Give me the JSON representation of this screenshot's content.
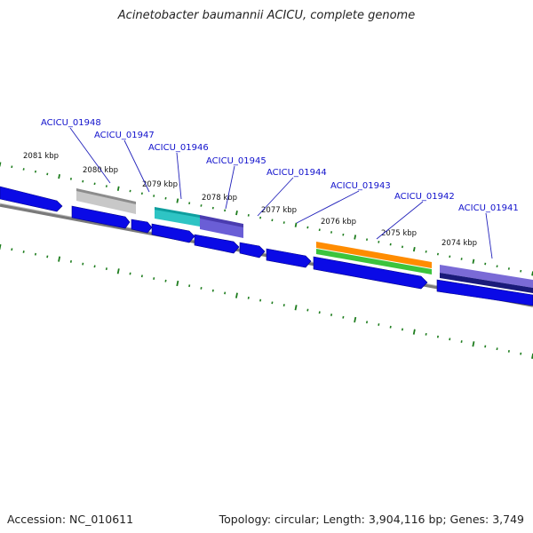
{
  "title": "Acinetobacter baumannii ACICU, complete genome",
  "footer": {
    "accession": "Accession: NC_010611",
    "summary": "Topology: circular; Length: 3,904,116 bp; Genes: 3,749"
  },
  "colors": {
    "cds": "#0a0ae6",
    "tick": "#1e7d1e",
    "backbone": "#7a7a7a",
    "label": "#1010cc",
    "leader": "#2222bb",
    "kbp_text": "#111111"
  },
  "kbp_labels": [
    "2081 kbp",
    "2080 kbp",
    "2079 kbp",
    "2078 kbp",
    "2077 kbp",
    "2076 kbp",
    "2075 kbp",
    "2074 kbp"
  ],
  "gene_labels": [
    "ACICU_01948",
    "ACICU_01947",
    "ACICU_01946",
    "ACICU_01945",
    "ACICU_01944",
    "ACICU_01943",
    "ACICU_01942",
    "ACICU_01941"
  ]
}
